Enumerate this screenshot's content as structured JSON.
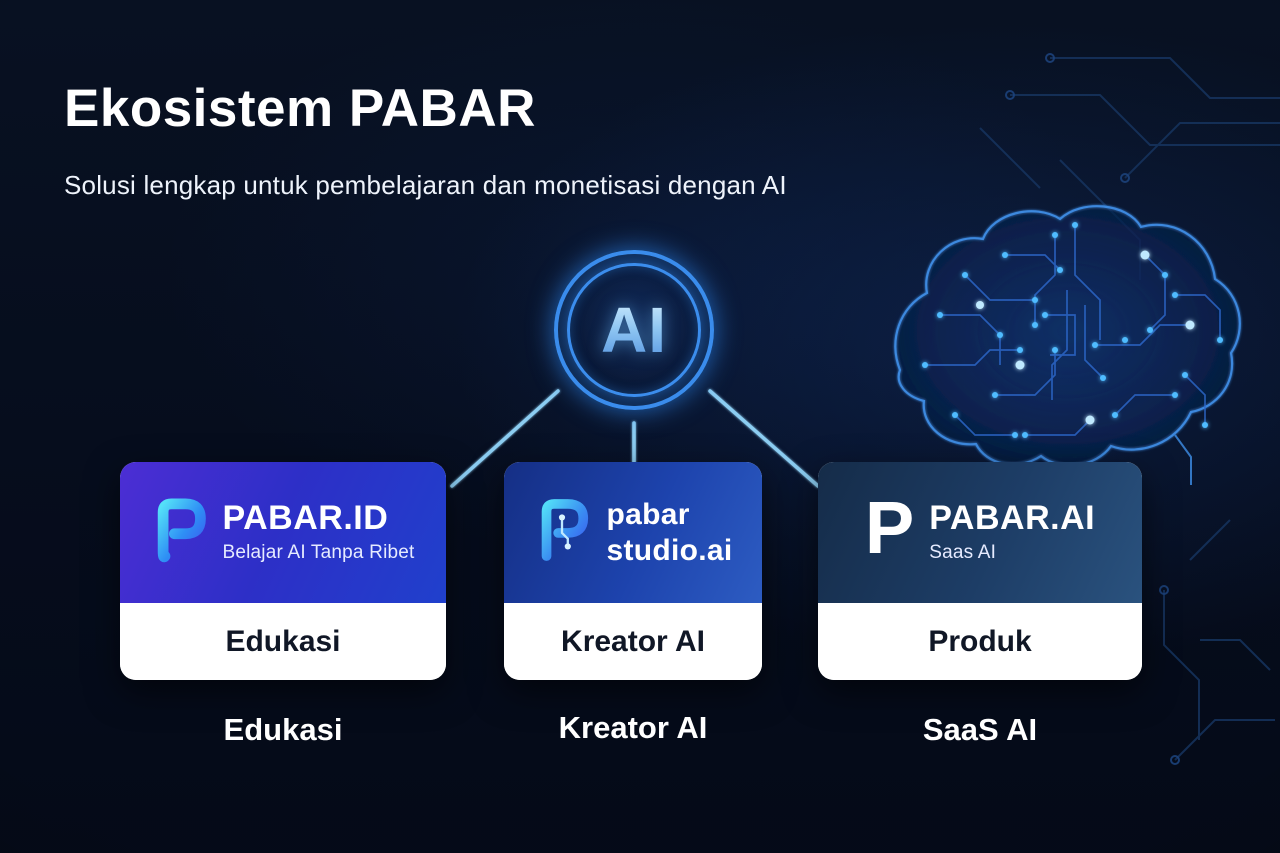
{
  "page": {
    "title": "Ekosistem PABAR",
    "subtitle": "Solusi lengkap untuk pembelajaran dan monetisasi dengan AI"
  },
  "hub": {
    "label": "AI"
  },
  "cards": [
    {
      "brand": "PABAR.ID",
      "tagline": "Belajar AI Tanpa Ribet",
      "category": "Edukasi",
      "caption": "Edukasi",
      "logo": "pabar-id-speech-p-logo"
    },
    {
      "brand_line1": "pabar",
      "brand_line2": "studio.ai",
      "category": "Kreator AI",
      "caption": "Kreator AI",
      "logo": "pabar-studio-circuit-p-logo"
    },
    {
      "brand": "PABAR.AI",
      "tagline": "Saas AI",
      "category": "Produk",
      "caption": "SaaS AI",
      "logo_letter": "P",
      "logo": "pabar-ai-white-p-logo"
    }
  ],
  "colors": {
    "bg": "#060d1d",
    "accent_cyan": "#8ccdf2",
    "ring_blue": "#3b8ded",
    "category_text": "#101726",
    "card1_gradient": "#4c2ed4",
    "card2_gradient": "#1d43ad",
    "card3_gradient": "#1d3d66",
    "circuit_dot": "#4fbcff"
  }
}
